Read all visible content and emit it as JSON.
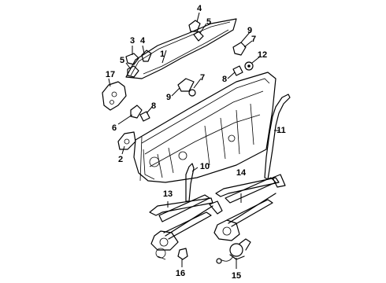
{
  "callouts": [
    {
      "id": "c1",
      "label": "1"
    },
    {
      "id": "c2",
      "label": "2"
    },
    {
      "id": "c3",
      "label": "3"
    },
    {
      "id": "c4a",
      "label": "4"
    },
    {
      "id": "c4b",
      "label": "4"
    },
    {
      "id": "c5a",
      "label": "5"
    },
    {
      "id": "c5b",
      "label": "5"
    },
    {
      "id": "c6",
      "label": "6"
    },
    {
      "id": "c7a",
      "label": "7"
    },
    {
      "id": "c7b",
      "label": "7"
    },
    {
      "id": "c8a",
      "label": "8"
    },
    {
      "id": "c8b",
      "label": "8"
    },
    {
      "id": "c9a",
      "label": "9"
    },
    {
      "id": "c9b",
      "label": "9"
    },
    {
      "id": "c10",
      "label": "10"
    },
    {
      "id": "c11",
      "label": "11"
    },
    {
      "id": "c12",
      "label": "12"
    },
    {
      "id": "c13",
      "label": "13"
    },
    {
      "id": "c14",
      "label": "14"
    },
    {
      "id": "c15",
      "label": "15"
    },
    {
      "id": "c16",
      "label": "16"
    },
    {
      "id": "c17",
      "label": "17"
    }
  ]
}
